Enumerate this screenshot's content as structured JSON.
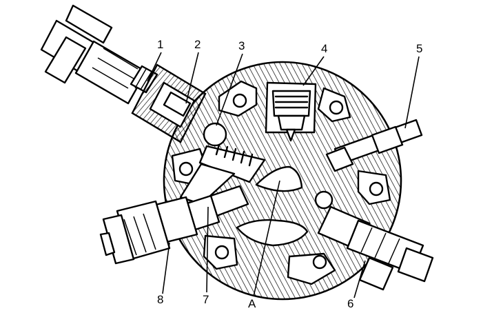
{
  "figure": {
    "callouts": [
      {
        "id": "1",
        "text": "1"
      },
      {
        "id": "2",
        "text": "2"
      },
      {
        "id": "3",
        "text": "3"
      },
      {
        "id": "4",
        "text": "4"
      },
      {
        "id": "5",
        "text": "5"
      },
      {
        "id": "6",
        "text": "6"
      },
      {
        "id": "7",
        "text": "7"
      },
      {
        "id": "8",
        "text": "8"
      },
      {
        "id": "A",
        "text": "A"
      }
    ]
  },
  "colors": {
    "ink": "#000000",
    "paper": "#ffffff"
  }
}
